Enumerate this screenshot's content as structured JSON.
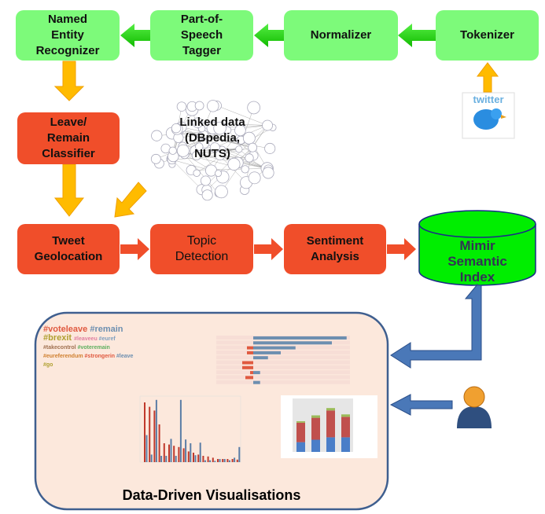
{
  "pipeline_top": [
    {
      "id": "ner",
      "label": "Named\nEntity\nRecognizer"
    },
    {
      "id": "pos",
      "label": "Part-of-\nSpeech\nTagger"
    },
    {
      "id": "norm",
      "label": "Normalizer"
    },
    {
      "id": "tok",
      "label": "Tokenizer"
    }
  ],
  "classifier": {
    "label": "Leave/\nRemain\nClassifier"
  },
  "pipeline_bottom": [
    {
      "id": "geo",
      "label": "Tweet\nGeolocation"
    },
    {
      "id": "topic",
      "label": "Topic\nDetection"
    },
    {
      "id": "sent",
      "label": "Sentiment\nAnalysis"
    }
  ],
  "index": {
    "label": "Mimir\nSemantic\nIndex"
  },
  "linked_data": {
    "label": "Linked data\n(DBpedia,\nNUTS)"
  },
  "twitter": {
    "logo_text": "twitter"
  },
  "visualisations": {
    "title": "Data-Driven Visualisations",
    "word_cloud": [
      "#voteleave",
      "#remain",
      "#brexit",
      "#leaveeu",
      "#euref",
      "#takecontrol",
      "#voteremain",
      "#eureferendum",
      "#strongerin",
      "#leave",
      "#go"
    ]
  },
  "colors": {
    "green": "#7dfa7a",
    "red": "#f04e2a",
    "orange_arrow": "#ffbb00",
    "green_arrow": "#22cc11",
    "blue_arrow": "#4a78b8",
    "panel": "#fce8dc",
    "cylinder": "#00ee00"
  }
}
